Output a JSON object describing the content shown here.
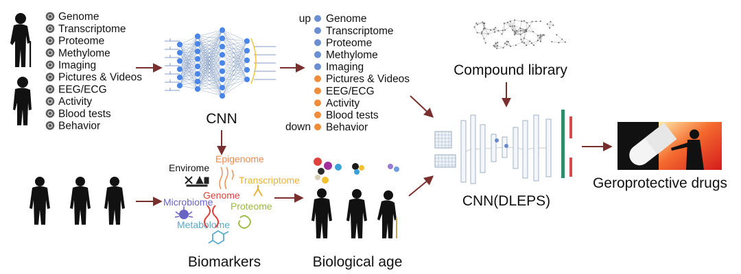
{
  "input_data_types": [
    {
      "label": "Genome",
      "icon": "genome-icon"
    },
    {
      "label": "Transcriptome",
      "icon": "transcriptome-icon"
    },
    {
      "label": "Proteome",
      "icon": "proteome-icon"
    },
    {
      "label": "Methylome",
      "icon": "methylome-icon"
    },
    {
      "label": "Imaging",
      "icon": "imaging-icon"
    },
    {
      "label": "Pictures & Videos",
      "icon": "camera-icon"
    },
    {
      "label": "EEG/ECG",
      "icon": "heartbeat-icon"
    },
    {
      "label": "Activity",
      "icon": "running-icon"
    },
    {
      "label": "Blood tests",
      "icon": "blood-drop-icon"
    },
    {
      "label": "Behavior",
      "icon": "behavior-icon"
    }
  ],
  "cnn_label": "CNN",
  "ranked": {
    "up_label": "up",
    "down_label": "down",
    "items": [
      "Genome",
      "Transcriptome",
      "Proteome",
      "Methylome",
      "Imaging",
      "Pictures & Videos",
      "EEG/ECG",
      "Activity",
      "Blood tests",
      "Behavior"
    ],
    "up_color": "#6b8fd0",
    "down_color": "#ef8d3a"
  },
  "compound_library_label": "Compound library",
  "dleps_label": "CNN(DLEPS)",
  "drugs_label": "Geroprotective drugs",
  "biomarkers": {
    "title": "Biomarkers",
    "items": [
      {
        "label": "Envirome",
        "color": "#111111"
      },
      {
        "label": "Epigenome",
        "color": "#f08a4b"
      },
      {
        "label": "Transcriptome",
        "color": "#e8b23a"
      },
      {
        "label": "Genome",
        "color": "#e0413c"
      },
      {
        "label": "Microbiome",
        "color": "#6a63c6"
      },
      {
        "label": "Proteome",
        "color": "#9ab93a"
      },
      {
        "label": "Metabolome",
        "color": "#5aa9c9"
      }
    ]
  },
  "biological_age_label": "Biological age",
  "colors": {
    "arrow": "#7a2f2f",
    "network_node": "#4a86e8",
    "network_line": "#5a7bb0",
    "accent_yellow": "#f2c12e"
  }
}
